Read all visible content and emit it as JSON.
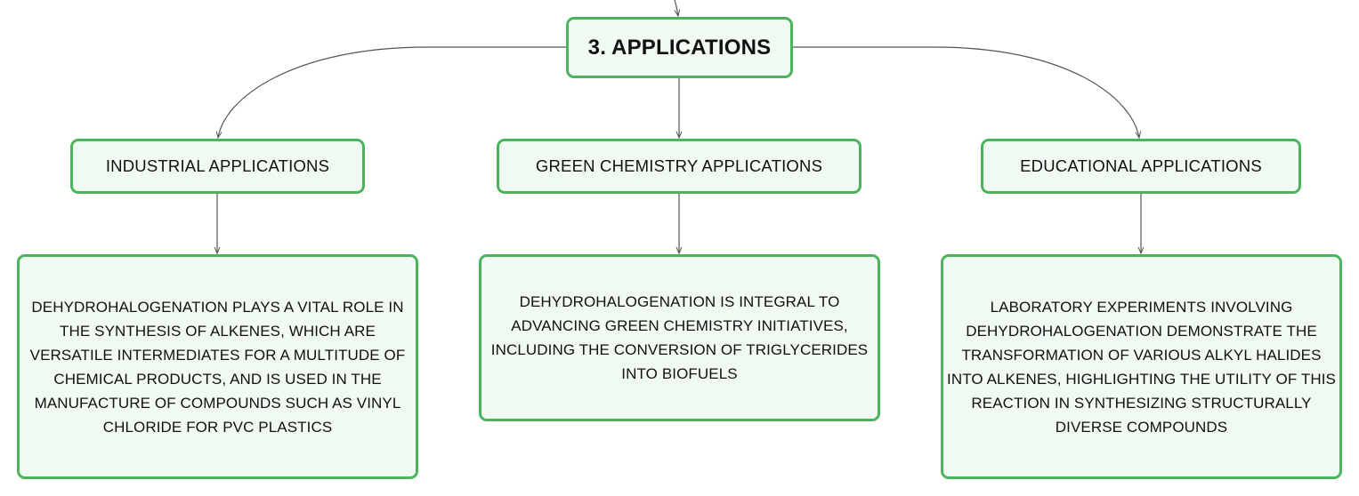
{
  "root": {
    "label": "3. APPLICATIONS"
  },
  "branches": [
    {
      "label": "INDUSTRIAL APPLICATIONS",
      "detail": "DEHYDROHALOGENATION PLAYS A VITAL ROLE IN THE SYNTHESIS OF ALKENES, WHICH ARE VERSATILE INTERMEDIATES FOR A MULTITUDE OF CHEMICAL PRODUCTS, AND IS USED IN THE MANUFACTURE OF COMPOUNDS SUCH AS VINYL CHLORIDE FOR PVC PLASTICS"
    },
    {
      "label": "GREEN CHEMISTRY APPLICATIONS",
      "detail": "DEHYDROHALOGENATION IS INTEGRAL TO ADVANCING GREEN CHEMISTRY INITIATIVES, INCLUDING THE CONVERSION OF TRIGLYCERIDES INTO BIOFUELS"
    },
    {
      "label": "EDUCATIONAL APPLICATIONS",
      "detail": "LABORATORY EXPERIMENTS INVOLVING DEHYDROHALOGENATION DEMONSTRATE THE TRANSFORMATION OF VARIOUS ALKYL HALIDES INTO ALKENES, HIGHLIGHTING THE UTILITY OF THIS REACTION IN SYNTHESIZING STRUCTURALLY DIVERSE COMPOUNDS"
    }
  ],
  "colors": {
    "node_border": "#4db35e",
    "node_fill": "#f1faf2",
    "connector": "#555555",
    "text": "#111111"
  }
}
